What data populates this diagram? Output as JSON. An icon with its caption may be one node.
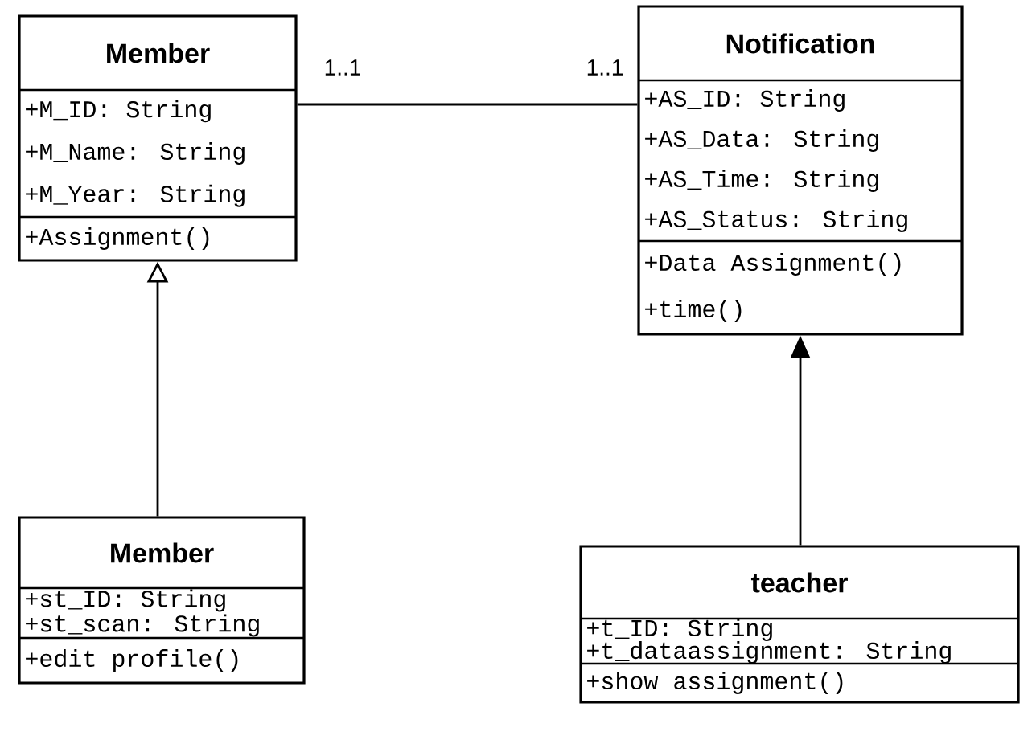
{
  "diagram": {
    "nodes": [
      {
        "text": [
          "Member",
          "+M_ID: String",
          "+M_Name: String",
          "+M_Year: String",
          "+Assignment()"
        ]
      },
      {
        "text": [
          "Notification",
          "+AS_ID: String",
          "+AS_Data: String",
          "+AS_Time: String",
          "+AS_Status: String",
          "+Data Assignment()",
          "+time()"
        ]
      },
      {
        "text": [
          "Member",
          "+st_ID: String",
          "+st_scan: String",
          "+edit profile()"
        ]
      },
      {
        "text": [
          "teacher",
          "+t_ID: String",
          "+t_dataassignment: String",
          "+show assignment()"
        ]
      }
    ],
    "edges": [
      {
        "from": 0,
        "to": 1,
        "arrow": "none"
      },
      {
        "from": 2,
        "to": 0,
        "arrow": "to"
      },
      {
        "from": 3,
        "to": 1,
        "arrow": "to"
      }
    ],
    "labels": [
      "1..1",
      "1..1"
    ]
  }
}
